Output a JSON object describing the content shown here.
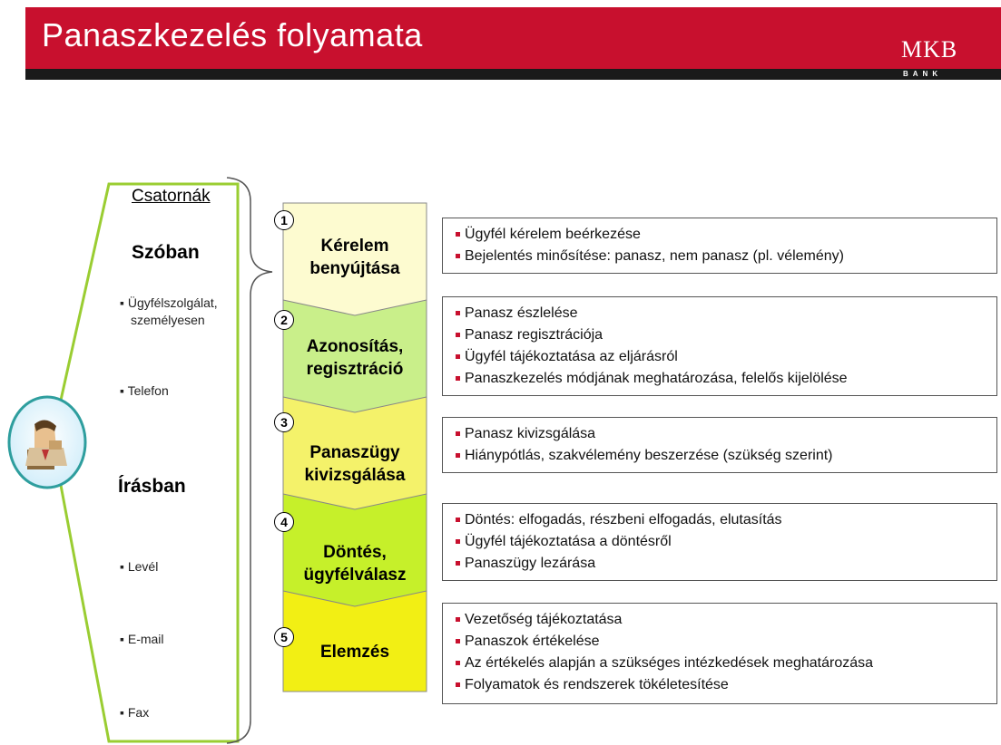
{
  "header": {
    "title": "Panaszkezelés folyamata",
    "logo_main": "MKB",
    "logo_sub": "BANK"
  },
  "channels": {
    "title": "Csatornák",
    "oral": {
      "heading": "Szóban",
      "items": [
        "Ügyfélszolgálat,",
        "személyesen",
        "Telefon"
      ]
    },
    "written": {
      "heading": "Írásban",
      "items": [
        "Levél",
        "E-mail",
        "Fax"
      ]
    }
  },
  "steps": [
    {
      "number": "1",
      "label_line1": "Kérelem",
      "label_line2": "benyújtása",
      "bullets": [
        "Ügyfél kérelem beérkezése",
        "Bejelentés minősítése: panasz, nem panasz (pl. vélemény)"
      ]
    },
    {
      "number": "2",
      "label_line1": "Azonosítás,",
      "label_line2": "regisztráció",
      "bullets": [
        "Panasz észlelése",
        "Panasz regisztrációja",
        "Ügyfél tájékoztatása az eljárásról",
        "Panaszkezelés módjának meghatározása, felelős kijelölése"
      ]
    },
    {
      "number": "3",
      "label_line1": "Panaszügy",
      "label_line2": "kivizsgálása",
      "bullets": [
        "Panasz kivizsgálása",
        "Hiánypótlás, szakvélemény beszerzése (szükség szerint)"
      ]
    },
    {
      "number": "4",
      "label_line1": "Döntés,",
      "label_line2": "ügyfélválasz",
      "bullets": [
        "Döntés: elfogadás, részbeni elfogadás, elutasítás",
        "Ügyfél tájékoztatása a döntésről",
        "Panaszügy lezárása"
      ]
    },
    {
      "number": "5",
      "label_line1": "Elemzés",
      "label_line2": "",
      "bullets": [
        "Vezetőség tájékoztatása",
        "Panaszok értékelése",
        "Az értékelés alapján a szükséges intézkedések meghatározása",
        "Folyamatok és rendszerek tökéletesítése"
      ]
    }
  ],
  "colors": {
    "header": "#c8102e",
    "step1": "#fdfbd0",
    "step2": "#c9ef8a",
    "step3": "#f4f26a",
    "step4": "#c6f02a",
    "step5": "#f2ef14",
    "bullet": "#c8102e"
  }
}
